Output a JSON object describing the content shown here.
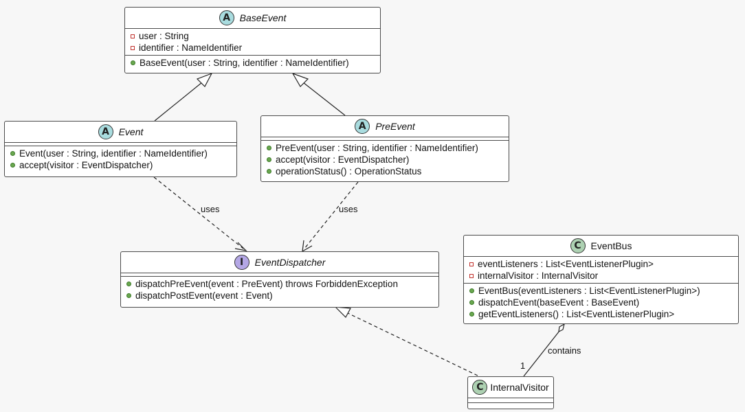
{
  "classes": {
    "base_event": {
      "name": "BaseEvent",
      "stereotype": "A",
      "fields": [
        "user : String",
        "identifier : NameIdentifier"
      ],
      "methods": [
        "BaseEvent(user : String, identifier : NameIdentifier)"
      ]
    },
    "event": {
      "name": "Event",
      "stereotype": "A",
      "methods": [
        "Event(user : String, identifier : NameIdentifier)",
        "accept(visitor : EventDispatcher)"
      ]
    },
    "pre_event": {
      "name": "PreEvent",
      "stereotype": "A",
      "methods": [
        "PreEvent(user : String, identifier : NameIdentifier)",
        "accept(visitor : EventDispatcher)",
        "operationStatus() : OperationStatus"
      ]
    },
    "event_dispatcher": {
      "name": "EventDispatcher",
      "stereotype": "I",
      "methods": [
        "dispatchPreEvent(event : PreEvent) throws ForbiddenException",
        "dispatchPostEvent(event : Event)"
      ]
    },
    "event_bus": {
      "name": "EventBus",
      "stereotype": "C",
      "fields": [
        "eventListeners : List<EventListenerPlugin>",
        "internalVisitor : InternalVisitor"
      ],
      "methods": [
        "EventBus(eventListeners : List<EventListenerPlugin>)",
        "dispatchEvent(baseEvent : BaseEvent)",
        "getEventListeners() : List<EventListenerPlugin>"
      ]
    },
    "internal_visitor": {
      "name": "InternalVisitor",
      "stereotype": "C"
    }
  },
  "relations": {
    "event_uses": "uses",
    "pre_event_uses": "uses",
    "contains_label": "contains",
    "contains_multiplicity": "1"
  },
  "colors": {
    "abstract_badge": "#a9dcdf",
    "class_badge": "#add1b2",
    "interface_badge": "#b4a7e5",
    "private_marker": "#c0302b",
    "public_marker": "#6aa84f"
  }
}
